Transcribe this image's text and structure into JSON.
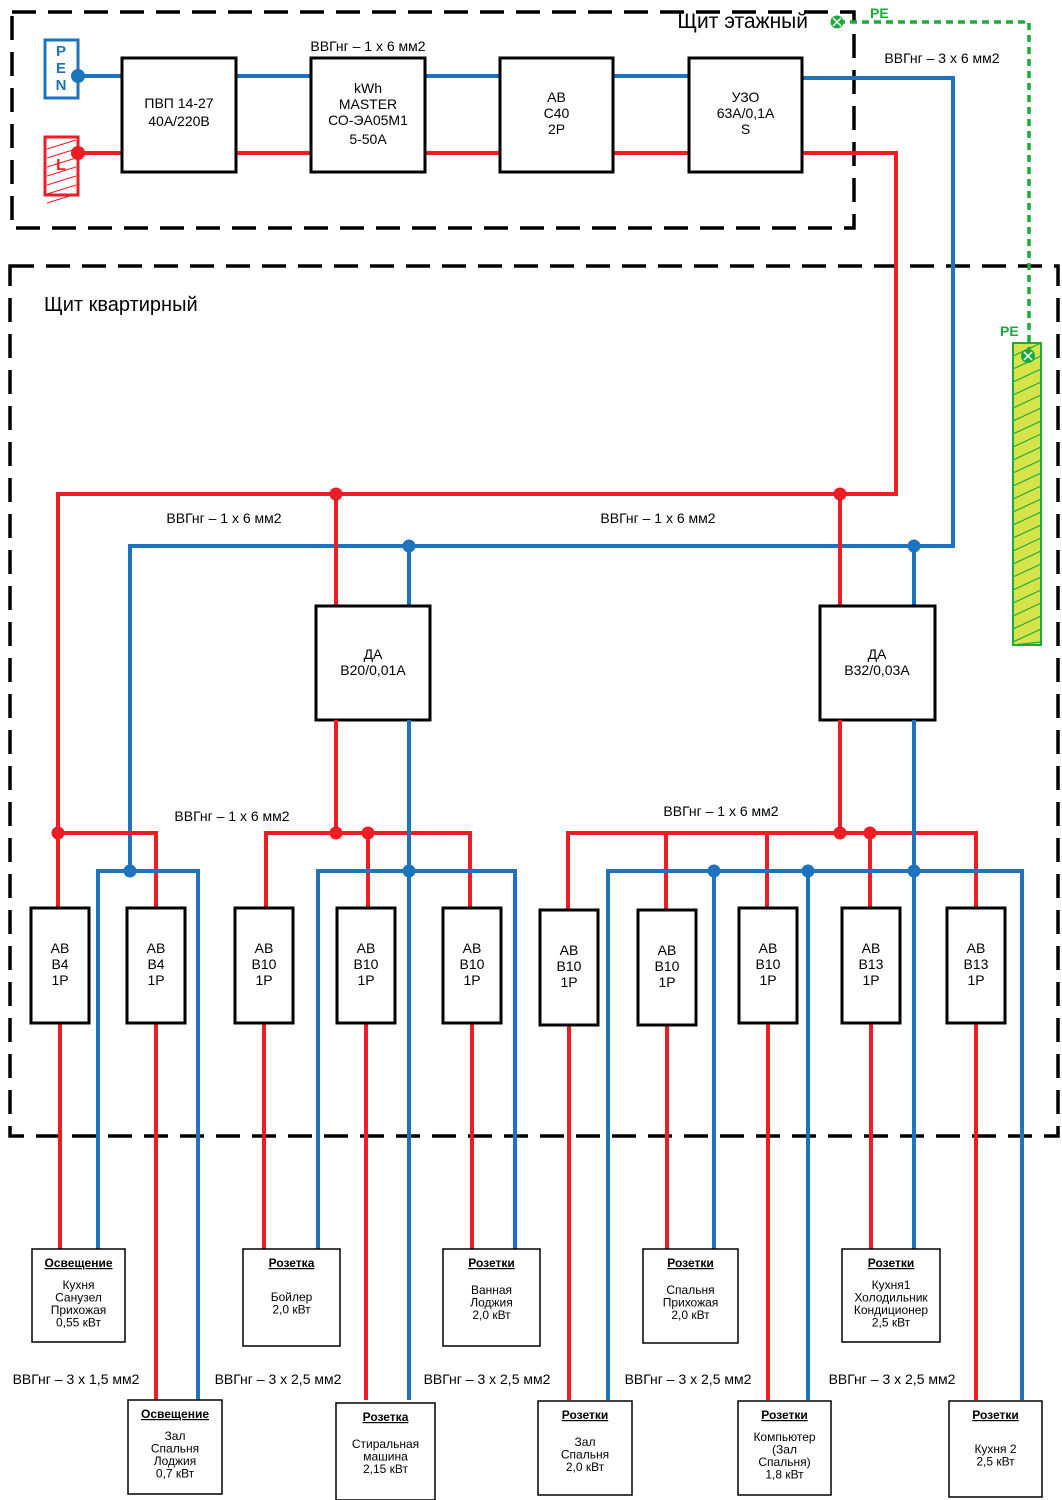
{
  "palette": {
    "phase": "#ee1c25",
    "neutral": "#1e73be",
    "pe": "#1aab3c",
    "pe_bar_fill": "#d6e34a",
    "ink": "#000000"
  },
  "panels": {
    "floor_title": "Щит этажный",
    "apartment_title": "Щит квартирный"
  },
  "terminals": {
    "pen": [
      "P",
      "E",
      "N"
    ],
    "l": "L"
  },
  "labels": {
    "pe_top": "PE",
    "pe_bar": "PE",
    "cable_top": "ВВГнг – 1 х 6 мм2",
    "cable_3x6": "ВВГнг – 3 х 6 мм2",
    "cable_bus_left": "ВВГнг – 1 х 6 мм2",
    "cable_bus_right": "ВВГнг – 1 х 6 мм2",
    "cable_branch_left": "ВВГнг – 1 х 6 мм2",
    "cable_branch_right": "ВВГнг – 1 х 6 мм2",
    "cable_out_1": "ВВГнг – 3 х 1,5 мм2",
    "cable_out_2": "ВВГнг – 3 х 2,5 мм2",
    "cable_out_3": "ВВГнг – 3 х 2,5 мм2",
    "cable_out_4": "ВВГнг – 3 х 2,5 мм2",
    "cable_out_5": "ВВГнг – 3 х 2,5 мм2"
  },
  "devices": [
    {
      "id": "pvp",
      "lines": [
        "ПВП 14-27",
        "40А/220В"
      ]
    },
    {
      "id": "meter",
      "lines": [
        "kWh",
        "MASTER",
        "СО-ЭА05М1",
        "5-50А"
      ]
    },
    {
      "id": "ab-c40",
      "lines": [
        "АВ",
        "С40",
        "2Р"
      ]
    },
    {
      "id": "uzo",
      "lines": [
        "УЗО",
        "63А/0,1А",
        "S"
      ]
    },
    {
      "id": "da1",
      "lines": [
        "ДА",
        "В20/0,01А"
      ]
    },
    {
      "id": "da2",
      "lines": [
        "ДА",
        "В32/0,03А"
      ]
    }
  ],
  "breakers": [
    {
      "lines": [
        "АВ",
        "В4",
        "1Р"
      ]
    },
    {
      "lines": [
        "АВ",
        "В4",
        "1Р"
      ]
    },
    {
      "lines": [
        "АВ",
        "В10",
        "1Р"
      ]
    },
    {
      "lines": [
        "АВ",
        "В10",
        "1Р"
      ]
    },
    {
      "lines": [
        "АВ",
        "В10",
        "1Р"
      ]
    },
    {
      "lines": [
        "АВ",
        "В10",
        "1Р"
      ]
    },
    {
      "lines": [
        "АВ",
        "В10",
        "1Р"
      ]
    },
    {
      "lines": [
        "АВ",
        "В10",
        "1Р"
      ]
    },
    {
      "lines": [
        "АВ",
        "В13",
        "1Р"
      ]
    },
    {
      "lines": [
        "АВ",
        "В13",
        "1Р"
      ]
    }
  ],
  "loads": [
    {
      "title": "Освещение",
      "lines": [
        "Кухня",
        "Санузел",
        "Прихожая",
        "0,55 кВт"
      ]
    },
    {
      "title": "Освещение",
      "lines": [
        "Зал",
        "Спальня",
        "Лоджия",
        "0,7 кВт"
      ]
    },
    {
      "title": "Розетка",
      "lines": [
        "Бойлер",
        "2,0 кВт"
      ]
    },
    {
      "title": "Розетка",
      "lines": [
        "Стиральная",
        "машина",
        "2,15 кВт"
      ]
    },
    {
      "title": "Розетки",
      "lines": [
        "Ванная",
        "Лоджия",
        "2,0 кВт"
      ]
    },
    {
      "title": "Розетки",
      "lines": [
        "Зал",
        "Спальня",
        "2,0 кВт"
      ]
    },
    {
      "title": "Розетки",
      "lines": [
        "Спальня",
        "Прихожая",
        "2,0 кВт"
      ]
    },
    {
      "title": "Розетки",
      "lines": [
        "Компьютер",
        "(Зал",
        "Спальня)",
        "1,8 кВт"
      ]
    },
    {
      "title": "Розетки",
      "lines": [
        "Кухня1",
        "Холодильник",
        "Кондиционер",
        "2,5 кВт"
      ]
    },
    {
      "title": "Розетки",
      "lines": [
        "Кухня 2",
        "2,5 кВт"
      ]
    }
  ]
}
